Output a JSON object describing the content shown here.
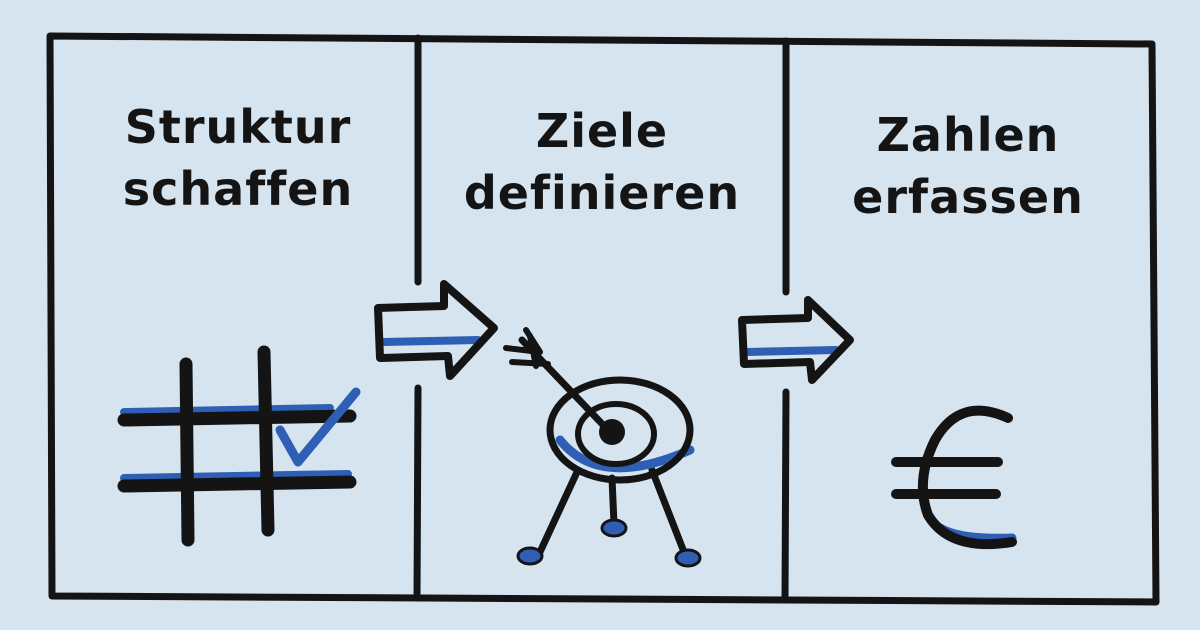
{
  "background_color": "#d6e4f0",
  "ink_color": "#141414",
  "accent_color": "#2f5fb5",
  "steps": [
    {
      "line1": "Struktur",
      "line2": "schaffen",
      "icon": "grid-check-icon"
    },
    {
      "line1": "Ziele",
      "line2": "definieren",
      "icon": "target-arrow-icon"
    },
    {
      "line1": "Zahlen",
      "line2": "erfassen",
      "icon": "euro-icon"
    }
  ]
}
